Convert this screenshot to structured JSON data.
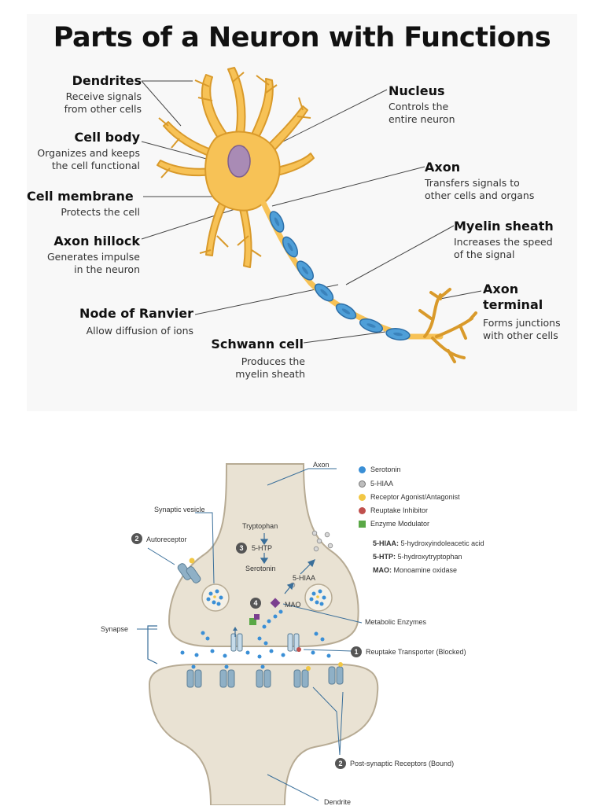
{
  "neuron": {
    "title": "Parts of a Neuron with Functions",
    "parts": [
      {
        "name": "Dendrites",
        "function": "Receive signals\nfrom other cells"
      },
      {
        "name": "Cell body",
        "function": "Organizes and keeps\nthe cell functional"
      },
      {
        "name": "Cell membrane",
        "function": "Protects the cell"
      },
      {
        "name": "Axon hillock",
        "function": "Generates impulse\nin the neuron"
      },
      {
        "name": "Node of Ranvier",
        "function": "Allow diffusion of ions"
      },
      {
        "name": "Schwann cell",
        "function": "Produces the\nmyelin sheath"
      },
      {
        "name": "Nucleus",
        "function": "Controls the\nentire neuron"
      },
      {
        "name": "Axon",
        "function": "Transfers signals to\nother cells and organs"
      },
      {
        "name": "Myelin sheath",
        "function": "Increases the speed\nof the signal"
      },
      {
        "name": "Axon terminal",
        "function": "Forms junctions\nwith other cells"
      }
    ],
    "colors": {
      "cell": "#f7c256",
      "cell_outline": "#d99a2b",
      "nucleus": "#a98bb5",
      "myelin": "#4f9fd8",
      "myelin_outline": "#2d6fa8"
    }
  },
  "synapse": {
    "labels": {
      "axon": "Axon",
      "synaptic_vesicle": "Synaptic vesicle",
      "autoreceptor": "Autoreceptor",
      "tryptophan": "Tryptophan",
      "five_htp": "5-HTP",
      "serotonin": "Serotonin",
      "five_hiaa": "5-HIAA",
      "mao": "MAO",
      "metabolic_enzymes": "Metabolic Enzymes",
      "synapse": "Synapse",
      "reuptake_transporter": "Reuptake Transporter (Blocked)",
      "post_synaptic_receptors": "Post-synaptic Receptors (Bound)",
      "dendrite": "Dendrite"
    },
    "numbers": {
      "reuptake": "1",
      "autoreceptor": "2",
      "post_synaptic": "2",
      "five_htp": "3",
      "mao": "4"
    },
    "legend": [
      {
        "label": "Serotonin",
        "color": "#3a8fd6",
        "shape": "circle"
      },
      {
        "label": "5-HIAA",
        "color": "#bdbdbd",
        "shape": "circle"
      },
      {
        "label": "Receptor Agonist/Antagonist",
        "color": "#f2c744",
        "shape": "circle"
      },
      {
        "label": "Reuptake Inhibitor",
        "color": "#c0504d",
        "shape": "circle"
      },
      {
        "label": "Enzyme Modulator",
        "color": "#5aa846",
        "shape": "square"
      }
    ],
    "abbreviations": [
      {
        "abbr": "5-HIAA:",
        "text": "5-hydroxyindoleacetic acid"
      },
      {
        "abbr": "5-HTP:",
        "text": "5-hydroxytryptophan"
      },
      {
        "abbr": "MAO:",
        "text": "Monoamine oxidase"
      }
    ]
  }
}
